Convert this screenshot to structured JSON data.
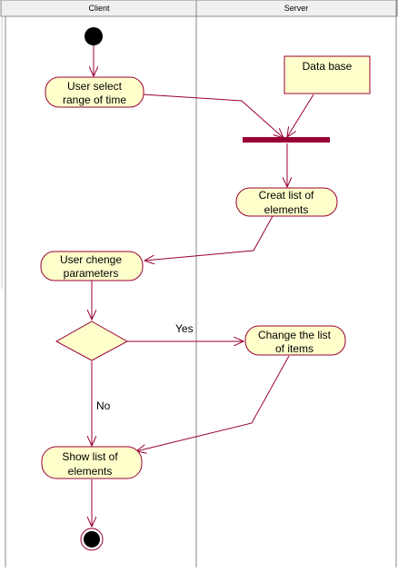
{
  "lanes": {
    "client": "Client",
    "server": "Server"
  },
  "nodes": {
    "user_select": {
      "line1": "User select",
      "line2": "range of time"
    },
    "database": {
      "text": "Data base"
    },
    "creat_list": {
      "line1": "Creat list of",
      "line2": "elements"
    },
    "user_chenge": {
      "line1": "User chenge",
      "line2": "parameters"
    },
    "change_list": {
      "line1": "Change the list",
      "line2": "of items"
    },
    "show_list": {
      "line1": "Show list of",
      "line2": "elements"
    }
  },
  "guards": {
    "yes": "Yes",
    "no": "No"
  },
  "colors": {
    "node_fill": "#ffffcc",
    "node_stroke": "#990033",
    "edge": "#990033",
    "fork_bar": "#990033",
    "lane_header_fill": "#f0f0f0",
    "lane_line": "#8a8a8a"
  }
}
